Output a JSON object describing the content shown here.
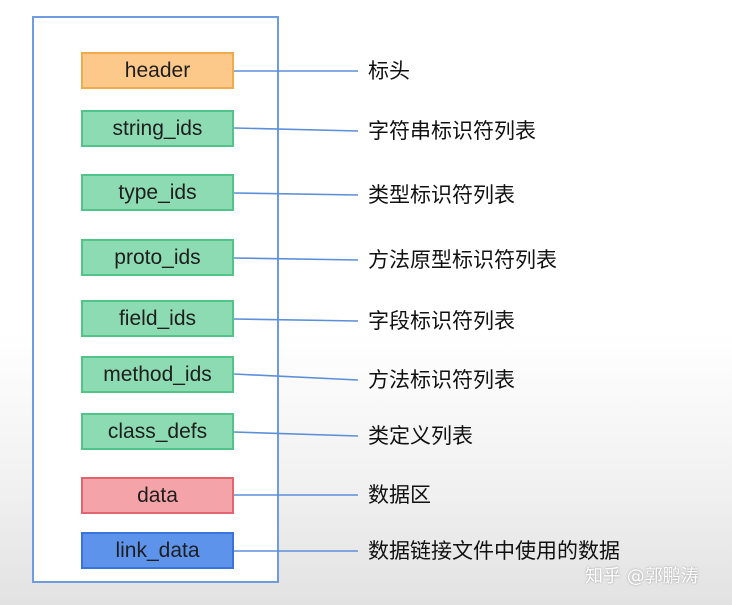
{
  "blocks": [
    {
      "name": "header",
      "label": "header",
      "kind": "header",
      "color": "#fcc98a"
    },
    {
      "name": "string-ids",
      "label": "string_ids",
      "kind": "green",
      "color": "#8ddbb2"
    },
    {
      "name": "type-ids",
      "label": "type_ids",
      "kind": "green",
      "color": "#8ddbb2"
    },
    {
      "name": "proto-ids",
      "label": "proto_ids",
      "kind": "green",
      "color": "#8ddbb2"
    },
    {
      "name": "field-ids",
      "label": "field_ids",
      "kind": "green",
      "color": "#8ddbb2"
    },
    {
      "name": "method-ids",
      "label": "method_ids",
      "kind": "green",
      "color": "#8ddbb2"
    },
    {
      "name": "class-defs",
      "label": "class_defs",
      "kind": "green",
      "color": "#8ddbb2"
    },
    {
      "name": "data",
      "label": "data",
      "kind": "red",
      "color": "#f4a3a9"
    },
    {
      "name": "link-data",
      "label": "link_data",
      "kind": "blue",
      "color": "#5e93ec"
    }
  ],
  "descriptions": [
    "标头",
    "字符串标识符列表",
    "类型标识符列表",
    "方法原型标识符列表",
    "字段标识符列表",
    "方法标识符列表",
    "类定义列表",
    "数据区",
    "数据链接文件中使用的数据"
  ],
  "watermark": "知乎 @郭鹏涛",
  "colors": {
    "frame": "#6f9be0",
    "connector": "#5b8fd9"
  }
}
